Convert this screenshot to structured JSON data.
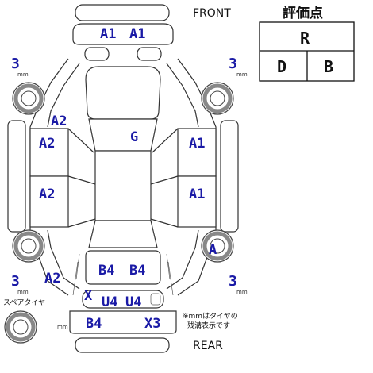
{
  "labels": {
    "front": "FRONT",
    "rear": "REAR",
    "spare_tire": "スペアタイヤ",
    "note_line1": "※mmはタイヤの",
    "note_line2": "残溝表示です",
    "mm": "mm"
  },
  "grade_box": {
    "title": "評価点",
    "overall": "R",
    "interior": "D",
    "exterior": "B"
  },
  "tread": {
    "front_left": "3",
    "front_right": "3",
    "rear_left": "3",
    "rear_right": "3"
  },
  "damage_codes": {
    "front_bumper_left": "A1",
    "front_bumper_right": "A1",
    "left_front_pillar": "A2",
    "left_front_door": "A2",
    "left_rear_door": "A2",
    "left_rear_quarter": "A2",
    "roof": "G",
    "right_front_door": "A1",
    "right_rear_door": "A1",
    "right_rear_wheel": "A",
    "trunk_left": "B4",
    "trunk_right": "B4",
    "rear_panel_x": "X",
    "rear_panel_u_left": "U4",
    "rear_panel_u_right": "U4",
    "rear_bumper_left": "B4",
    "rear_bumper_right": "X3"
  },
  "colors": {
    "code_text": "#1a1aa6",
    "line": "#333333",
    "tire_ring": "#777777"
  }
}
